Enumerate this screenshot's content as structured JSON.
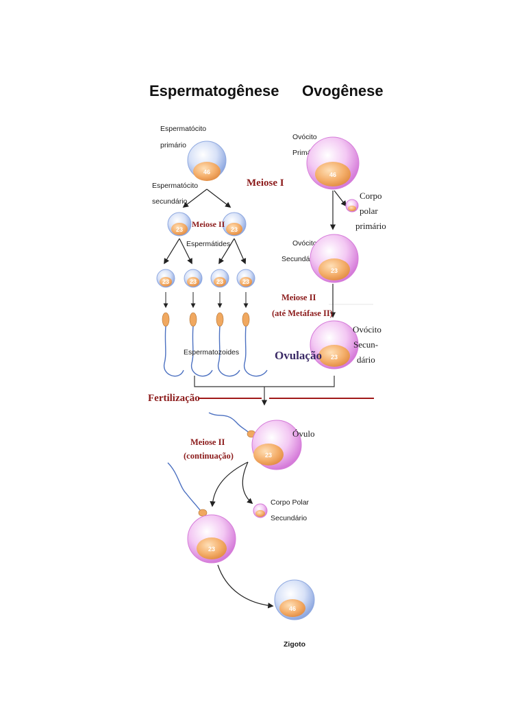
{
  "headings": {
    "spermatogenesis": "Espermatogênese",
    "oogenesis": "Ovogênese"
  },
  "labels": {
    "primary_spermatocyte": [
      "Espermatócito",
      "primário"
    ],
    "secondary_spermatocyte": [
      "Espermatócito",
      "secundário"
    ],
    "spermatids": "Espermátides",
    "spermatozoa": "Espermatozoides",
    "primary_oocyte": [
      "Ovócito",
      "Primário"
    ],
    "first_polar_body": [
      "Corpo",
      "polar",
      "primário"
    ],
    "secondary_oocyte": [
      "Ovócito",
      "Secundário"
    ],
    "secondary_oocyte_2": [
      "Ovócito",
      "Secun-",
      "dário"
    ],
    "ovum": "Óvulo",
    "second_polar_body": [
      "Corpo Polar",
      "Secundário"
    ],
    "zygote": "Zigoto"
  },
  "stages": {
    "meiosis_1": "Meiose I",
    "meiosis_2": "Meiose II",
    "meiosis_2_metaphase": [
      "Meiose II",
      "(até Metáfase II)"
    ],
    "ovulation": "Ovulação",
    "fertilization": "Fertilização",
    "meiosis_2_continued": [
      "Meiose II",
      "(continuação)"
    ]
  },
  "chromosome_numbers": {
    "diploid": "46",
    "haploid": "23"
  },
  "colors": {
    "male_cell": "#9db4e6",
    "female_cell": "#e59ae8",
    "nucleus": "#f0a860",
    "stage_label": "#8b1a1a",
    "ovulation_label": "#3a2a66",
    "fertilization_line": "#a01818"
  }
}
